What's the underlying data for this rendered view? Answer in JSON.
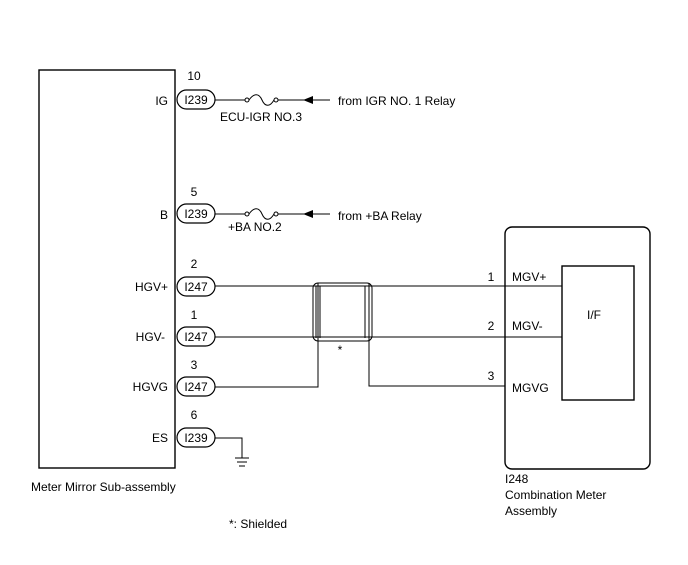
{
  "left_component": {
    "name": "Meter Mirror Sub-assembly",
    "terminals": [
      {
        "label": "IG",
        "pin": "10",
        "connector": "I239"
      },
      {
        "label": "B",
        "pin": "5",
        "connector": "I239"
      },
      {
        "label": "HGV+",
        "pin": "2",
        "connector": "I247"
      },
      {
        "label": "HGV-",
        "pin": "1",
        "connector": "I247"
      },
      {
        "label": "HGVG",
        "pin": "3",
        "connector": "I247"
      },
      {
        "label": "ES",
        "pin": "6",
        "connector": "I239"
      }
    ]
  },
  "fuses": [
    {
      "name": "ECU-IGR NO.3",
      "source": "from IGR NO. 1 Relay"
    },
    {
      "name": "+BA NO.2",
      "source": "from +BA Relay"
    }
  ],
  "right_component": {
    "connector": "I248",
    "name_line1": "Combination Meter",
    "name_line2": "Assembly",
    "inner_block": "I/F",
    "terminals": [
      {
        "label": "MGV+",
        "pin": "1"
      },
      {
        "label": "MGV-",
        "pin": "2"
      },
      {
        "label": "MGVG",
        "pin": "3"
      }
    ]
  },
  "shield_mark": "*",
  "note": "*: Shielded"
}
